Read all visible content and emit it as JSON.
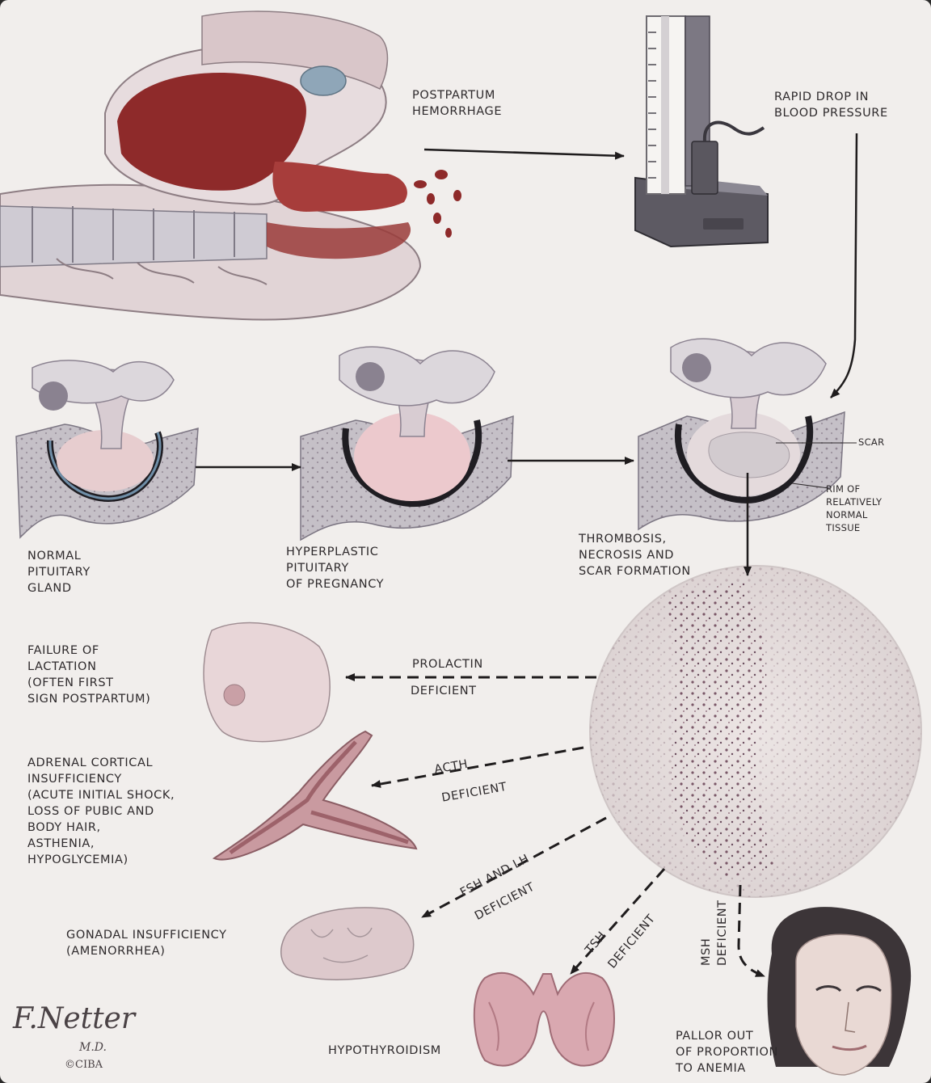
{
  "labels": {
    "postpartum_hemorrhage": "POSTPARTUM\nHEMORRHAGE",
    "rapid_drop": "RAPID DROP IN\nBLOOD PRESSURE",
    "scar": "SCAR",
    "rim": "RIM OF\nRELATIVELY\nNORMAL\nTISSUE",
    "normal_pituitary": "NORMAL\nPITUITARY\nGLAND",
    "hyperplastic_pituitary": "HYPERPLASTIC\nPITUITARY\nOF PREGNANCY",
    "thrombosis": "THROMBOSIS,\nNECROSIS AND\nSCAR FORMATION",
    "failure_lactation": "FAILURE OF\nLACTATION\n(OFTEN FIRST\nSIGN POSTPARTUM)",
    "prolactin": "PROLACTIN",
    "prolactin_deficient": "DEFICIENT",
    "adrenal": "ADRENAL CORTICAL\nINSUFFICIENCY\n(ACUTE INITIAL SHOCK,\nLOSS OF PUBIC AND\nBODY HAIR,\nASTHENIA,\nHYPOGLYCEMIA)",
    "acth": "ACTH",
    "acth_deficient": "DEFICIENT",
    "fsh_lh": "FSH AND LH",
    "fsh_deficient": "DEFICIENT",
    "gonadal": "GONADAL INSUFFICIENCY\n(AMENORRHEA)",
    "tsh": "TSH",
    "tsh_deficient": "DEFICIENT",
    "msh": "MSH",
    "msh_deficient": "DEFICIENT",
    "hypothyroidism": "HYPOTHYROIDISM",
    "pallor": "PALLOR OUT\nOF PROPORTION\nTO ANEMIA"
  },
  "signature": {
    "name": "F.Netter",
    "degree": "M.D.",
    "copyright": "©CIBA"
  },
  "colors": {
    "background": "#f1eeec",
    "blood": "#8e2a2a",
    "tissue": "#d8b9bc",
    "bone": "#b6b2bb",
    "ink": "#2e2a2c"
  }
}
